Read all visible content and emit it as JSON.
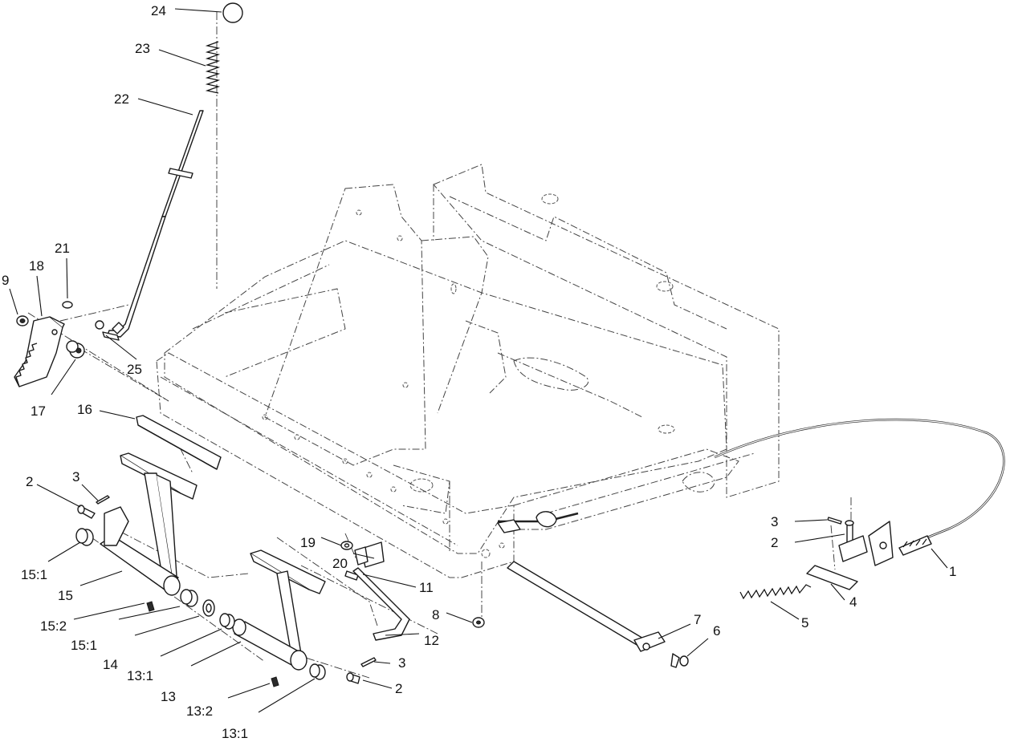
{
  "callouts": {
    "c1": "1",
    "c2a": "2",
    "c2b": "2",
    "c2c": "2",
    "c3a": "3",
    "c3b": "3",
    "c3c": "3",
    "c4": "4",
    "c5": "5",
    "c6": "6",
    "c7": "7",
    "c8": "8",
    "c9": "9",
    "c11": "11",
    "c12": "12",
    "c13": "13",
    "c13_1a": "13:1",
    "c13_1b": "13:1",
    "c13_2": "13:2",
    "c14": "14",
    "c15": "15",
    "c15_1a": "15:1",
    "c15_1b": "15:1",
    "c15_2": "15:2",
    "c16": "16",
    "c17": "17",
    "c18": "18",
    "c19": "19",
    "c20": "20",
    "c21": "21",
    "c22": "22",
    "c23": "23",
    "c24": "24",
    "c25": "25"
  },
  "colors": {
    "line": "#1a1a1a",
    "background": "#ffffff"
  }
}
